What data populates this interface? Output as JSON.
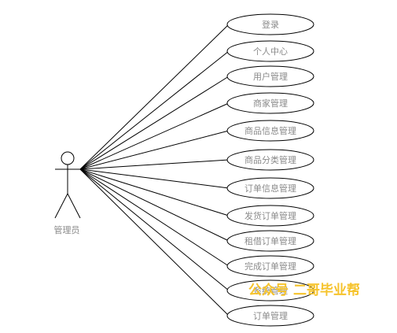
{
  "actor": {
    "label": "管理员"
  },
  "use_cases": [
    {
      "label": "登录"
    },
    {
      "label": "个人中心"
    },
    {
      "label": "用户管理"
    },
    {
      "label": "商家管理"
    },
    {
      "label": "商品信息管理"
    },
    {
      "label": "商品分类管理"
    },
    {
      "label": "订单信息管理"
    },
    {
      "label": "发货订单管理"
    },
    {
      "label": "租借订单管理"
    },
    {
      "label": "完成订单管理"
    },
    {
      "label": "系统管理"
    },
    {
      "label": "订单管理"
    }
  ],
  "watermark": {
    "text": "公众号 二哥毕业帮",
    "color": "#f6c32c"
  }
}
